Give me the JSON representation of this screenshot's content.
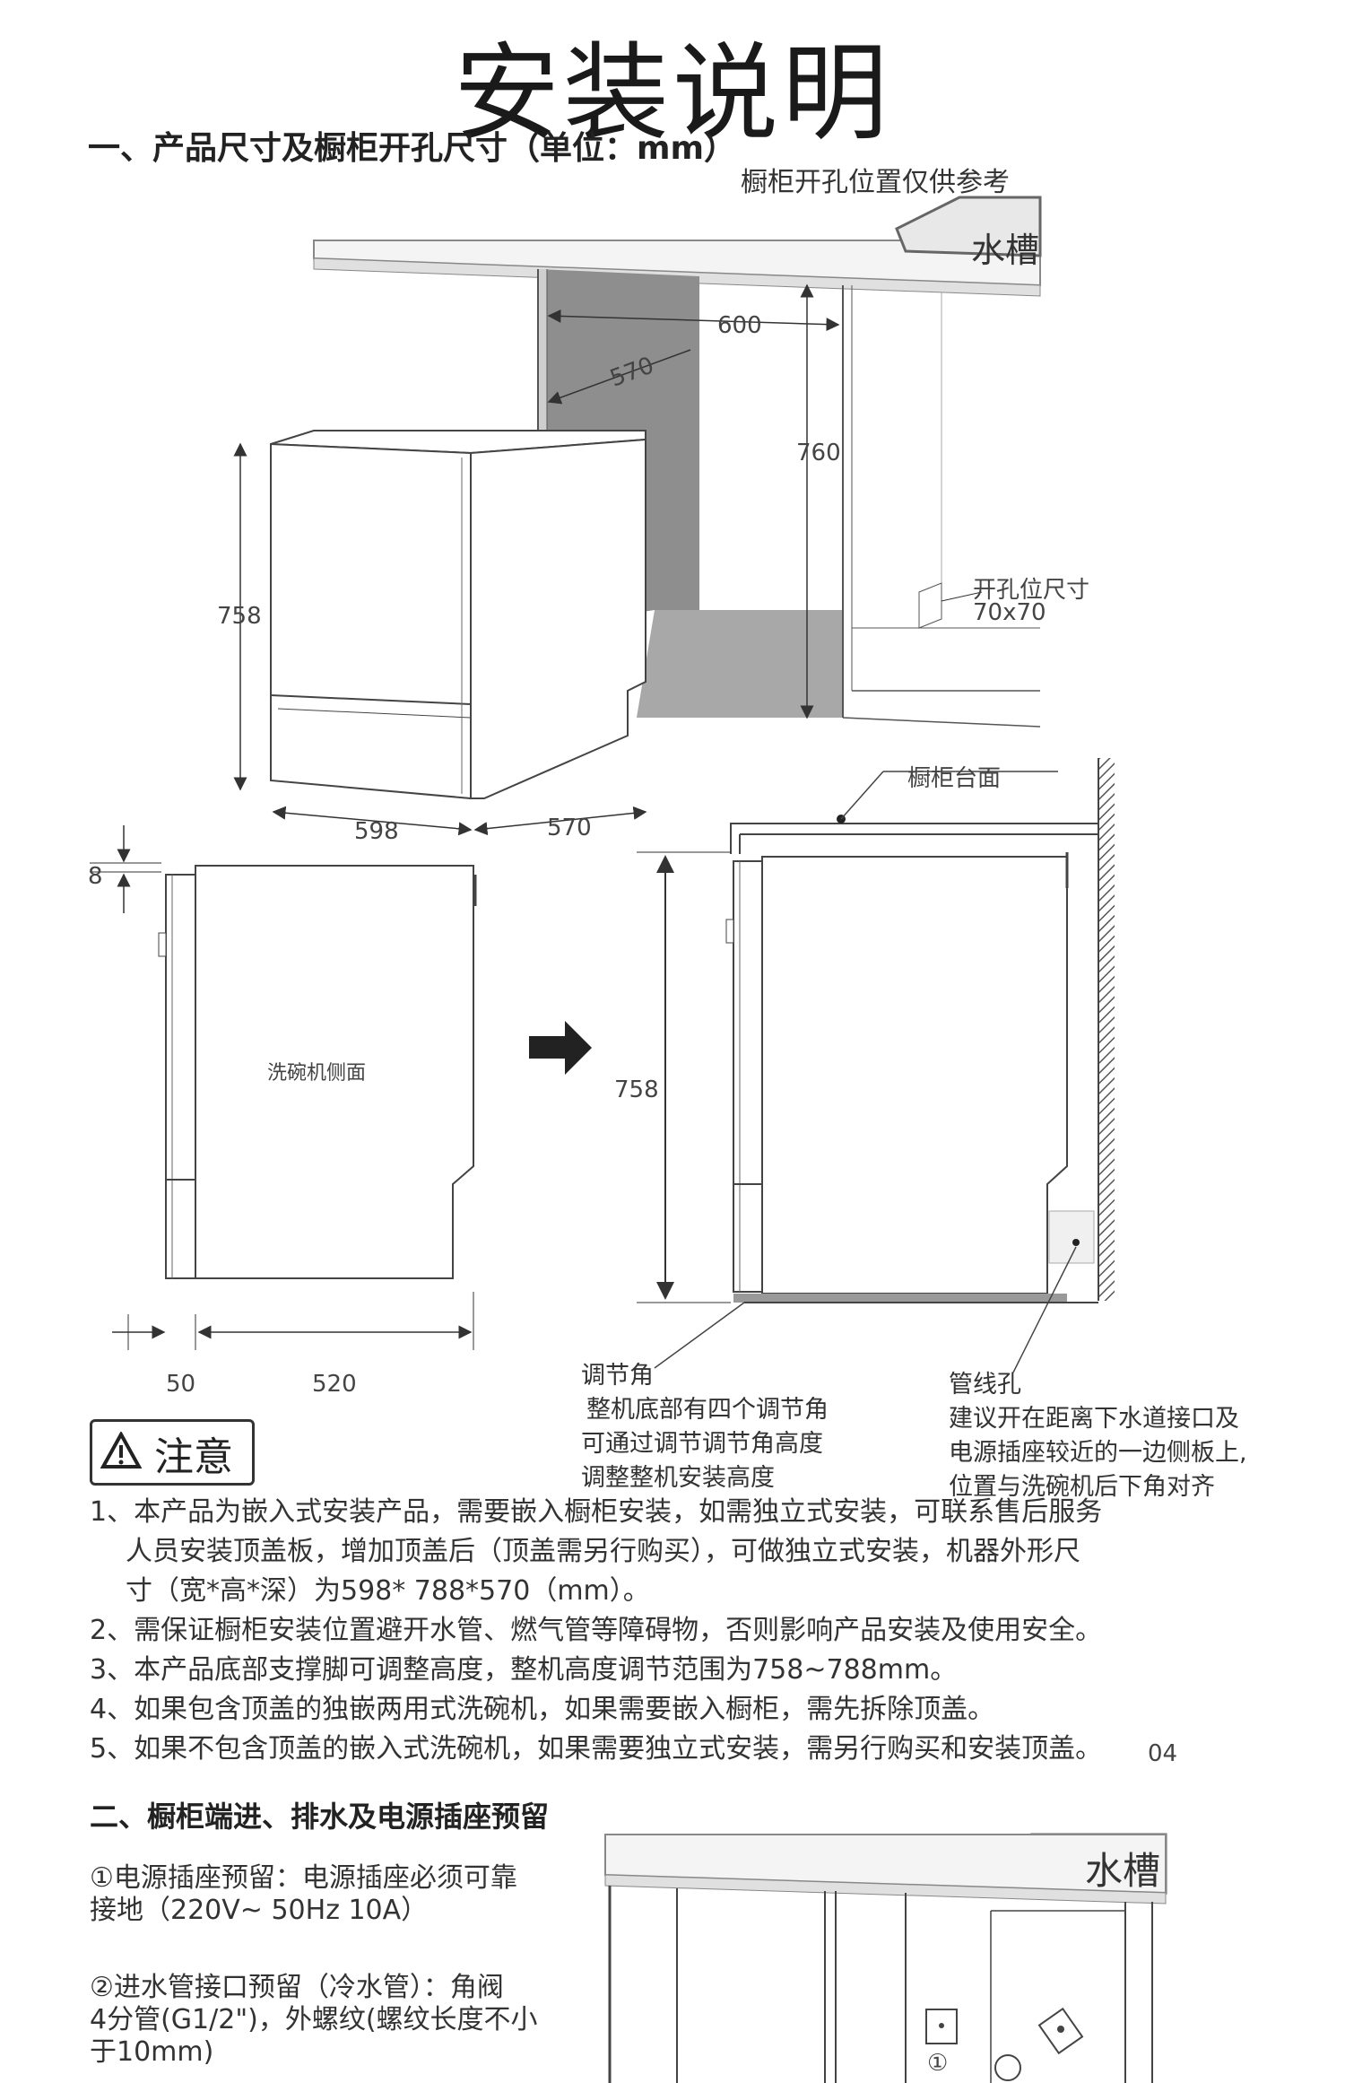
{
  "title": "安装说明",
  "section1": {
    "heading": "一、产品尺寸及橱柜开孔尺寸（单位：mm）",
    "cabinet_ref_note": "橱柜开孔位置仅供参考",
    "sink_label": "水槽",
    "dims": {
      "w600": "600",
      "d570_top": "570",
      "h760": "760",
      "hole_label": "开孔位尺寸",
      "hole_size": "70x70",
      "h758_left": "758",
      "w598": "598",
      "d570_bottom": "570",
      "gap8": "8",
      "side_label": "洗碗机侧面",
      "d50": "50",
      "d520": "520",
      "countertop_label": "橱柜台面",
      "h758_right": "758"
    },
    "callouts": {
      "adjust_title": "调节角",
      "adjust_lines": [
        "整机底部有四个调节角",
        "可通过调节调节角高度",
        "调整整机安装高度"
      ],
      "pipe_title": "管线孔",
      "pipe_lines": [
        "建议开在距离下水道接口及",
        "电源插座较近的一边侧板上,",
        "位置与洗碗机后下角对齐"
      ]
    }
  },
  "notice": {
    "label": "注意",
    "items": [
      "1、本产品为嵌入式安装产品，需要嵌入橱柜安装，如需独立式安装，可联系售后服务",
      "人员安装顶盖板，增加顶盖后（顶盖需另行购买），可做独立式安装，机器外形尺",
      "寸（宽*高*深）为598* 788*570（mm）。",
      "2、需保证橱柜安装位置避开水管、燃气管等障碍物，否则影响产品安装及使用安全。",
      "3、本产品底部支撑脚可调整高度，整机高度调节范围为758~788mm。",
      "4、如果包含顶盖的独嵌两用式洗碗机，如果需要嵌入橱柜，需先拆除顶盖。",
      "5、如果不包含顶盖的嵌入式洗碗机，如果需要独立式安装，需另行购买和安装顶盖。"
    ],
    "page_number": "04"
  },
  "section2": {
    "heading": "二、橱柜端进、排水及电源插座预留",
    "item1_lines": [
      "①电源插座预留：电源插座必须可靠",
      "接地（220V~ 50Hz 10A）"
    ],
    "item2_lines": [
      "②进水管接口预留（冷水管）：角阀",
      "4分管(G1/2\")，外螺纹(螺纹长度不小",
      "于10mm)"
    ],
    "sink_label": "水槽",
    "marker1": "①"
  }
}
